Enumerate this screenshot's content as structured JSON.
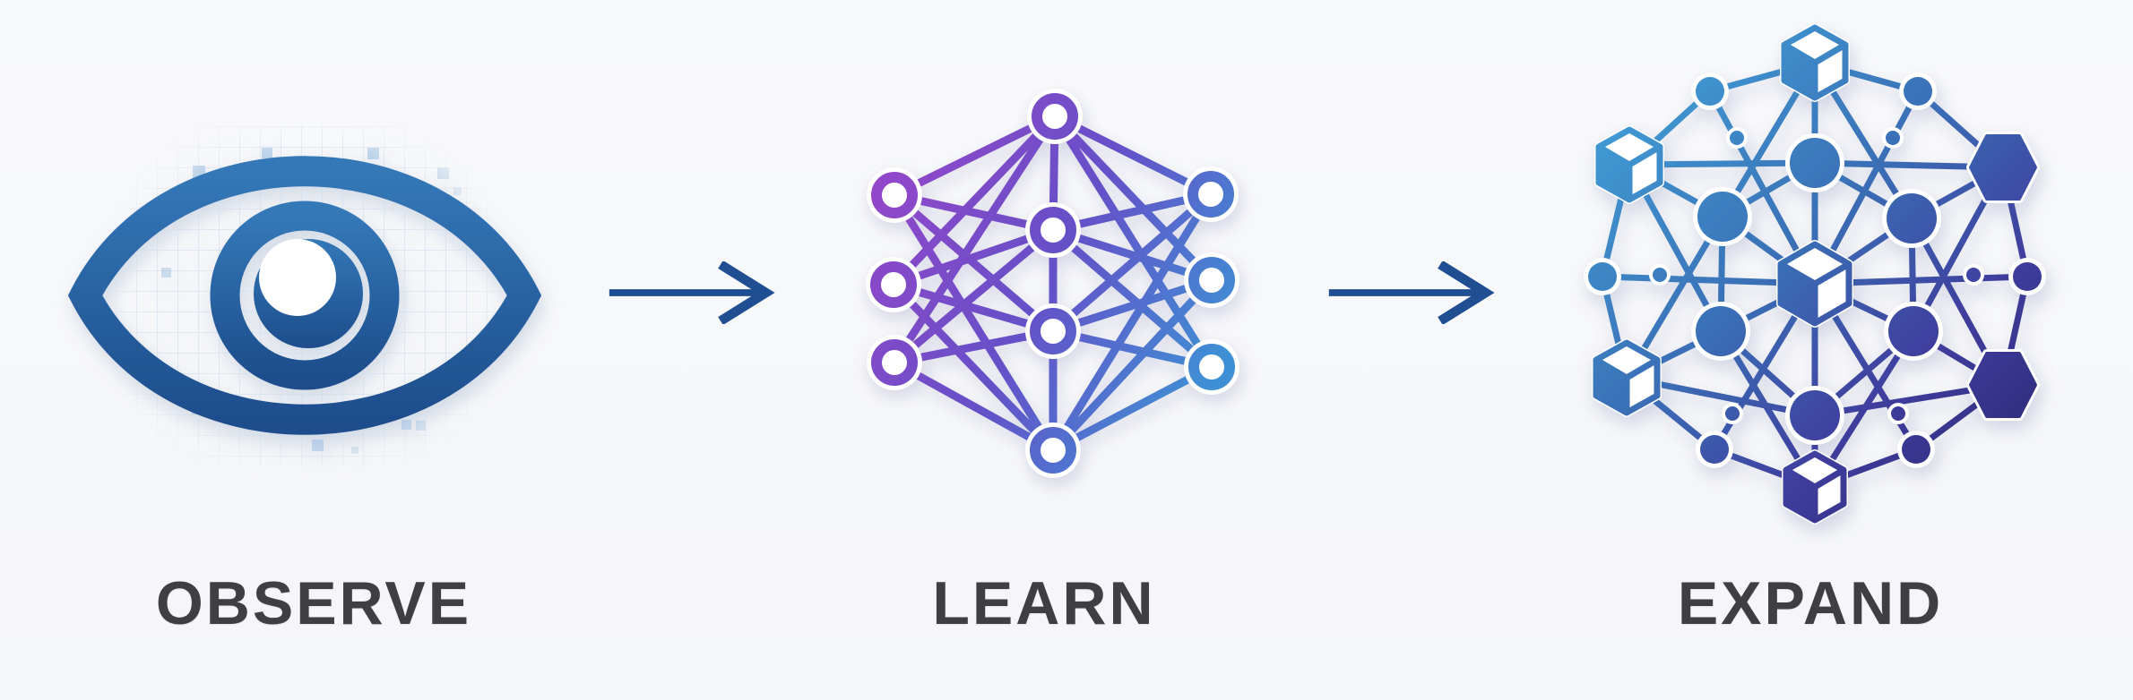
{
  "diagram": {
    "type": "process-flow",
    "background_color": "#f7f8fa",
    "label_color": "#3f3f42",
    "arrow_color": "#1f4e92",
    "steps": [
      {
        "id": "observe",
        "label": "OBSERVE",
        "icon": "eye-icon",
        "palette": {
          "start": "#3478b8",
          "end": "#1d4d8c"
        }
      },
      {
        "id": "learn",
        "label": "LEARN",
        "icon": "neural-network-icon",
        "palette": {
          "start": "#9147c9",
          "mid": "#6550c8",
          "end": "#3f8fd4"
        }
      },
      {
        "id": "expand",
        "label": "EXPAND",
        "icon": "network-graph-icon",
        "palette": {
          "start": "#41a0d8",
          "mid": "#3a6fb6",
          "end": "#2f2c7c"
        }
      }
    ],
    "connectors": [
      {
        "from": "observe",
        "to": "learn",
        "icon": "arrow-right-icon"
      },
      {
        "from": "learn",
        "to": "expand",
        "icon": "arrow-right-icon"
      }
    ]
  }
}
